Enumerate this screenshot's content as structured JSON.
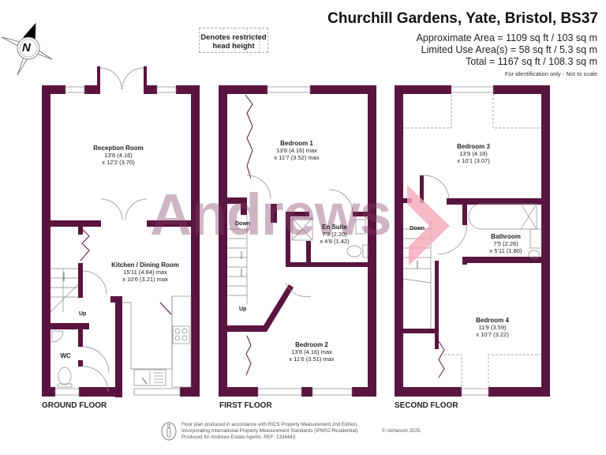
{
  "header": {
    "title": "Churchill Gardens, Yate, Bristol, BS37",
    "areas": [
      "Approximate Area = 1109 sq ft / 103 sq m",
      "Limited Use Area(s) = 58 sq ft / 5.3 sq m",
      "Total = 1167 sq ft / 108.3 sq m"
    ],
    "disclaimer": "For identification only - Not to scale"
  },
  "compass": {
    "label": "N"
  },
  "legend": {
    "line1": "Denotes restricted",
    "line2": "head height"
  },
  "watermark": "Andrews",
  "colors": {
    "wall": "#5a1440",
    "watermark": "#b08aa0",
    "arrow": "#f4a9b8"
  },
  "floors": [
    {
      "label": "GROUND FLOOR",
      "rooms": [
        {
          "name": "Reception Room",
          "dim1": "13'8 (4.16)",
          "dim2": "x 12'2 (3.70)"
        },
        {
          "name": "Kitchen / Dining Room",
          "dim1": "15'11 (4.84) max",
          "dim2": "x 10'6 (3.21) max"
        },
        {
          "name": "WC"
        }
      ],
      "stairs": [
        "Up"
      ]
    },
    {
      "label": "FIRST FLOOR",
      "rooms": [
        {
          "name": "Bedroom 1",
          "dim1": "13'8 (4.16) max",
          "dim2": "x 11'7 (3.52) max"
        },
        {
          "name": "En Suite",
          "dim1": "7'3 (2.20)",
          "dim2": "x 4'8 (1.42)"
        },
        {
          "name": "Bedroom 2",
          "dim1": "13'8 (4.16) max",
          "dim2": "x 11'6 (3.51) max"
        }
      ],
      "stairs": [
        "Down",
        "Up"
      ]
    },
    {
      "label": "SECOND FLOOR",
      "rooms": [
        {
          "name": "Bedroom 3",
          "dim1": "13'9 (4.18)",
          "dim2": "x 10'1 (3.07)"
        },
        {
          "name": "Bathroom",
          "dim1": "7'5 (2.26)",
          "dim2": "x 5'11 (1.80)"
        },
        {
          "name": "Bedroom 4",
          "dim1": "11'9 (3.59)",
          "dim2": "x 10'7 (3.22)"
        }
      ],
      "stairs": [
        "Down"
      ]
    }
  ],
  "footer": {
    "lines": [
      "Floor plan produced in accordance with RICS Property Measurement 2nd Edition,",
      "Incorporating International Property Measurement Standards (IPMS2 Residential).",
      "Produced for  Andrews Estate Agents.   REF: 1334443"
    ],
    "copyright": "© nichecom 2025."
  }
}
